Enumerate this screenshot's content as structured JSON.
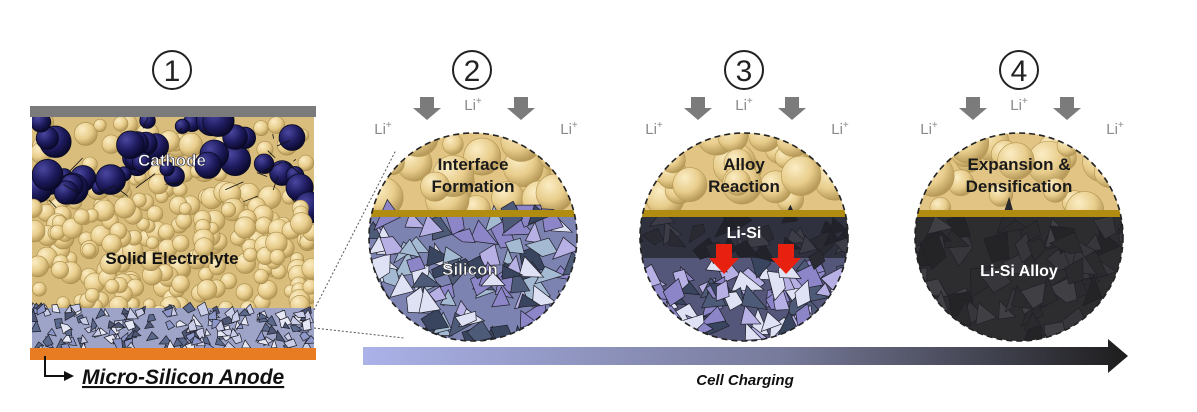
{
  "steps": [
    {
      "number": "1"
    },
    {
      "number": "2",
      "top_label": [
        "Interface",
        "Formation"
      ],
      "bottom_label": "Silicon"
    },
    {
      "number": "3",
      "top_label": [
        "Alloy",
        "Reaction"
      ],
      "bottom_label": "Li-Si"
    },
    {
      "number": "4",
      "top_label": [
        "Expansion &",
        "Densification"
      ],
      "bottom_label": "Li-Si Alloy"
    }
  ],
  "stack": {
    "cathode_label": "Cathode",
    "electrolyte_label": "Solid Electrolyte",
    "anode_label": "Micro-Silicon Anode"
  },
  "ion": {
    "base": "Li",
    "sup": "+"
  },
  "process_label": "Cell Charging",
  "colors": {
    "cathode_particle": "#1e1b5e",
    "electrolyte_particle": "#e8cd8c",
    "interface_line": "#b08c10",
    "silicon": "#8e86c8",
    "alloy": "#2d2d2f",
    "current_collector_top": "#7b7b7b",
    "current_collector_bottom": "#e87c22",
    "expansion_arrow": "#e82010",
    "ion_arrow": "#7b7b7b"
  }
}
